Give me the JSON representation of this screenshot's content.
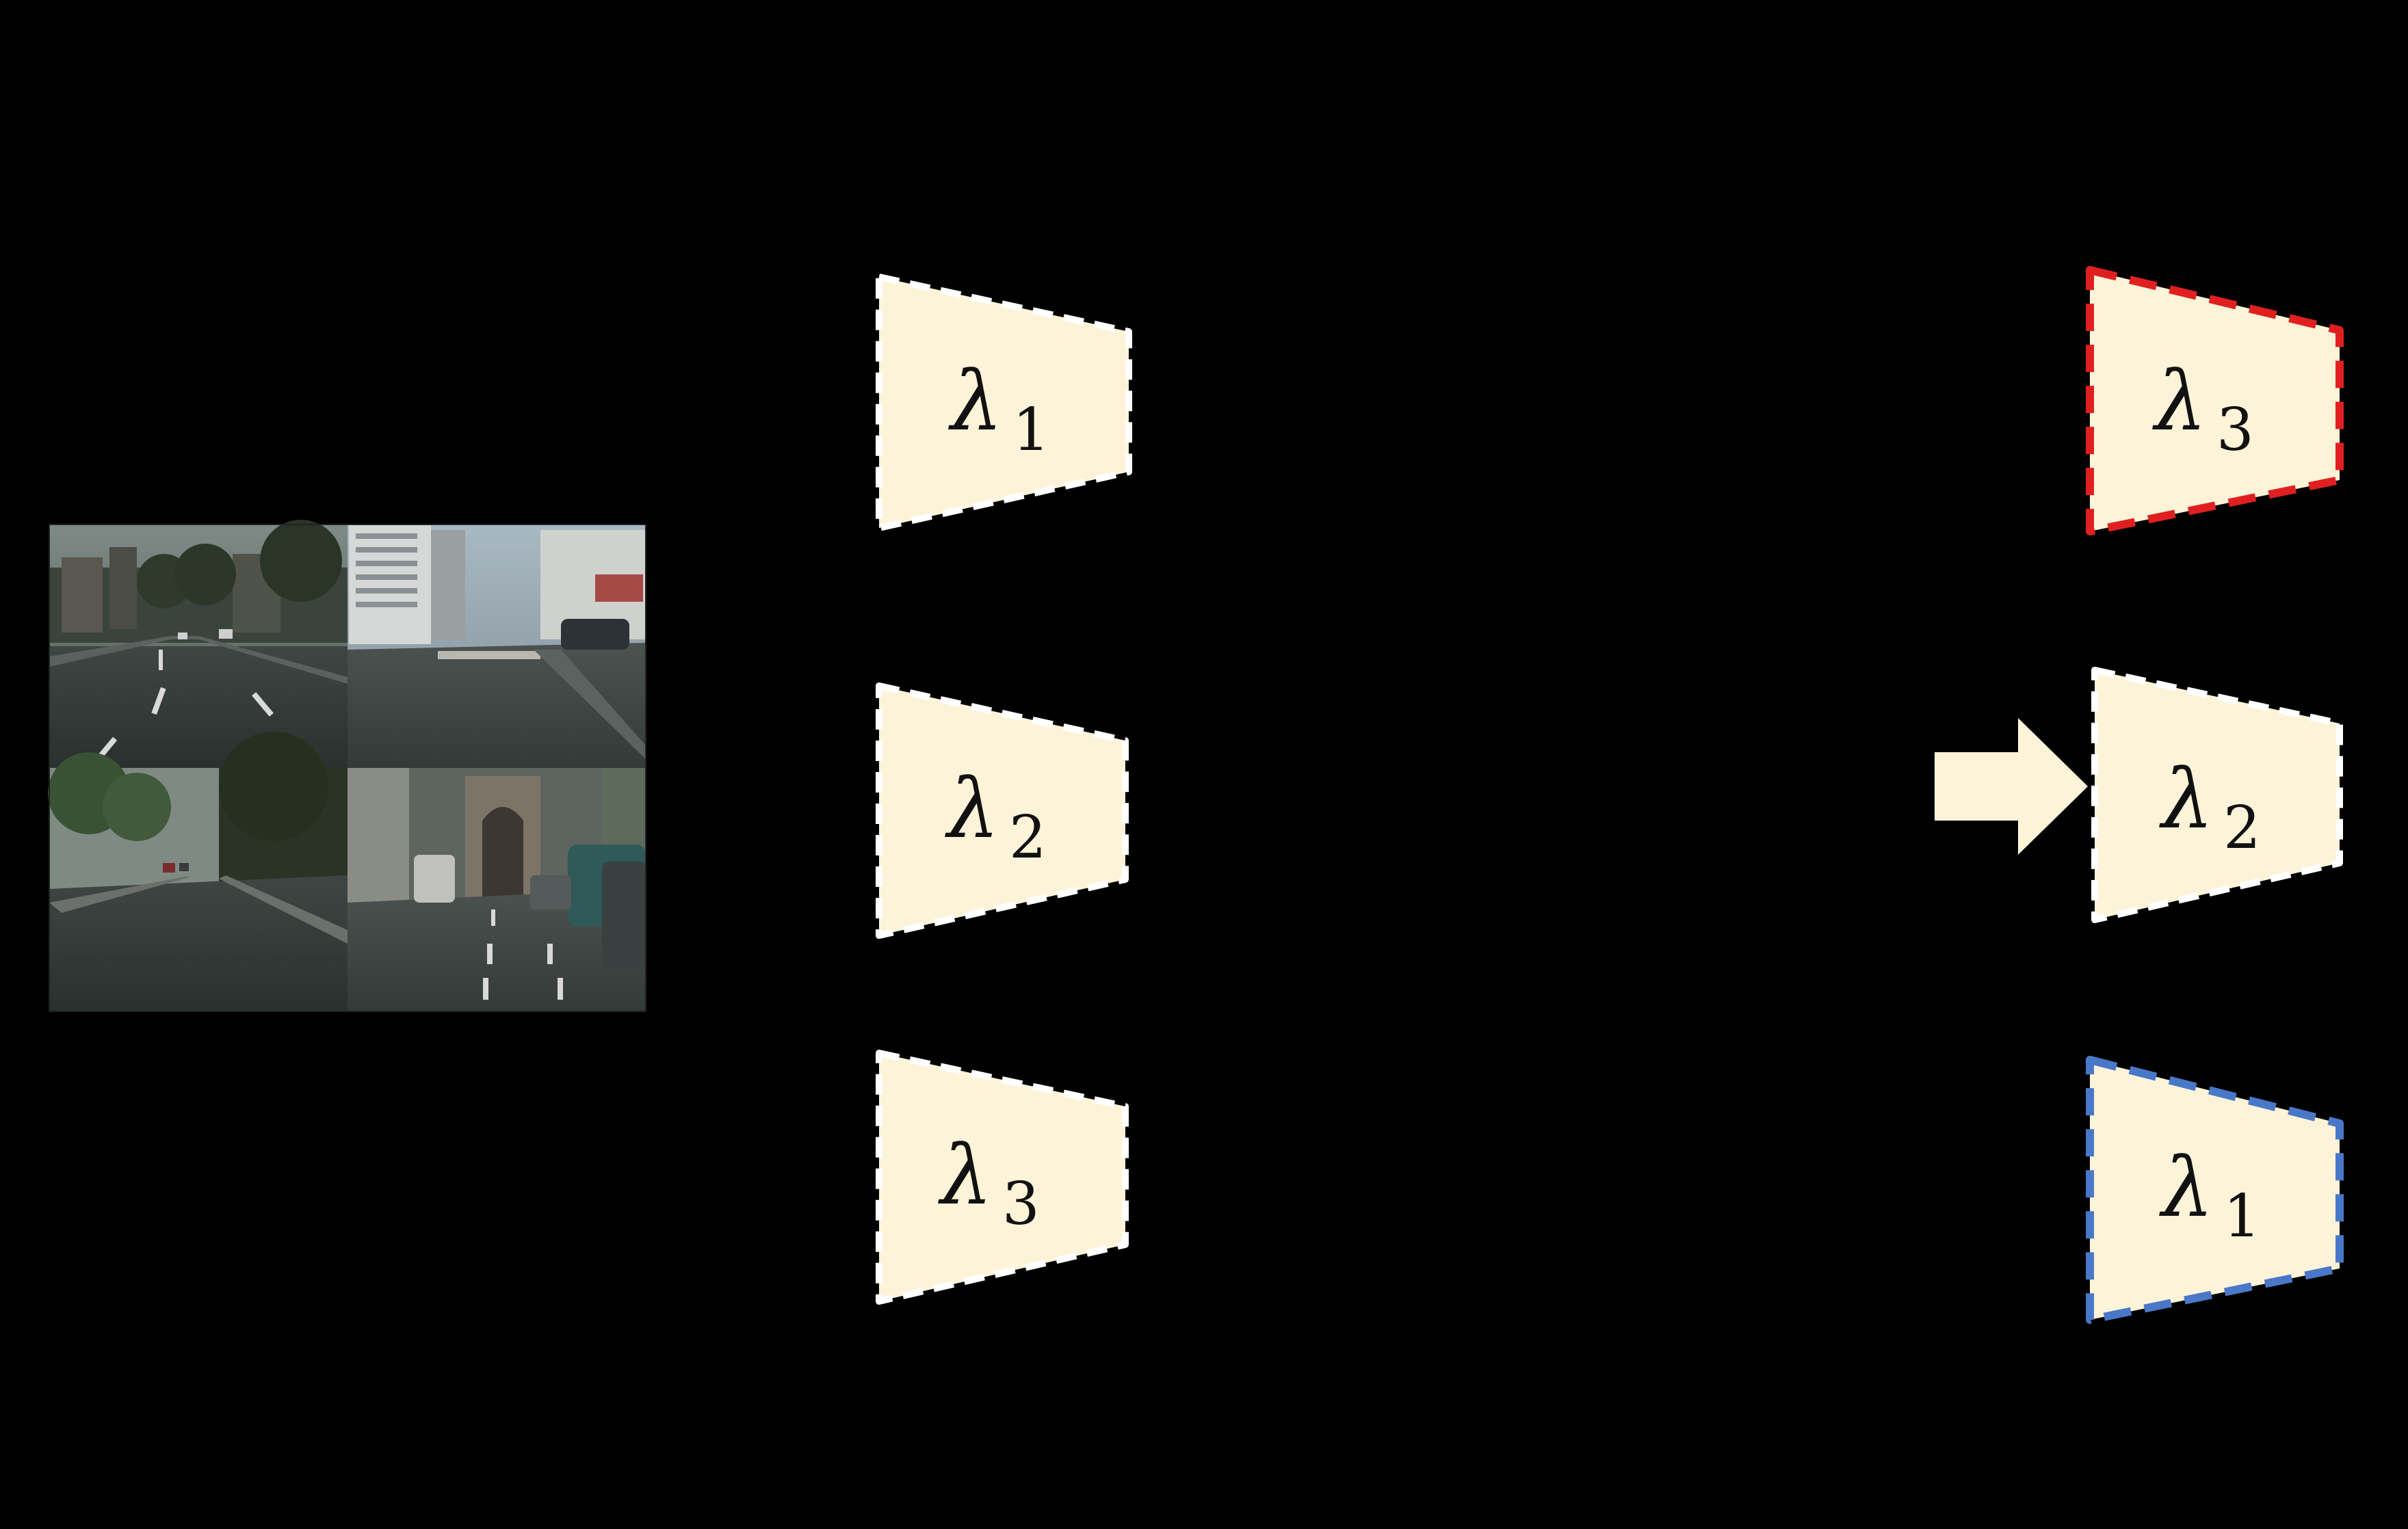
{
  "colors": {
    "background": "#000000",
    "block_fill": "#fdf3d8",
    "dashed_default": "#ffffff",
    "dashed_top_selected": "#e02020",
    "dashed_bottom_selected": "#4a78c8",
    "arrow_fill": "#fdf3d8"
  },
  "left_column": [
    {
      "symbol": "λ",
      "subscript": "1"
    },
    {
      "symbol": "λ",
      "subscript": "2"
    },
    {
      "symbol": "λ",
      "subscript": "3"
    }
  ],
  "right_column": [
    {
      "symbol": "λ",
      "subscript": "3",
      "border": "red-dashed"
    },
    {
      "symbol": "λ",
      "subscript": "2",
      "border": "white-dashed"
    },
    {
      "symbol": "λ",
      "subscript": "1",
      "border": "blue-dashed"
    }
  ],
  "arrow": {
    "icon": "right-arrow-icon"
  },
  "input_image": {
    "kind": "street-scene-photo-grid",
    "tiles": 4
  }
}
